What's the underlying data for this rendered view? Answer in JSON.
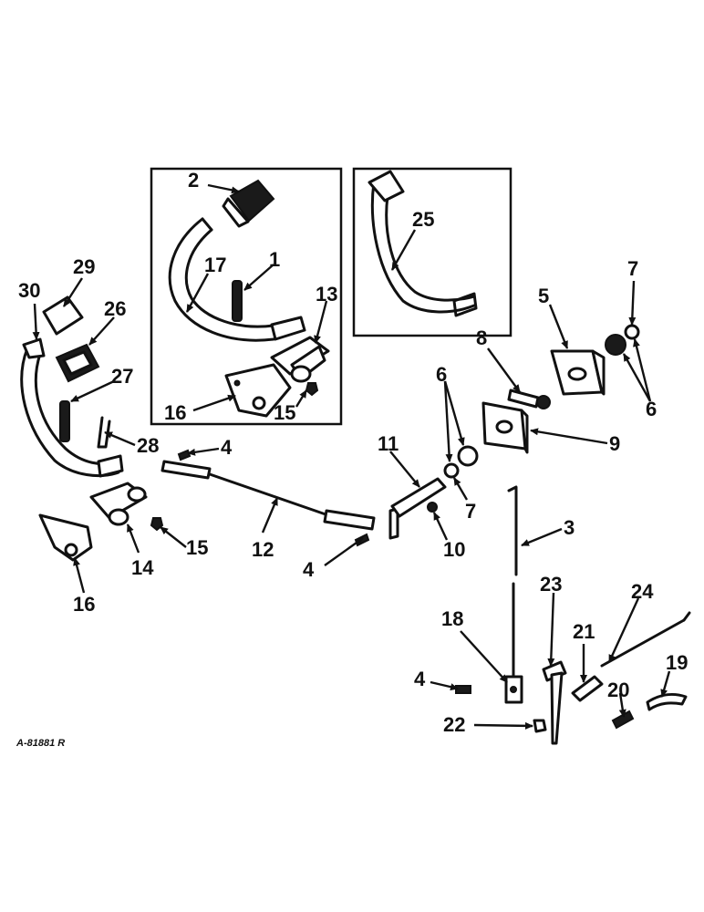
{
  "reference_code": "A-81881 R",
  "labels": {
    "l1": "1",
    "l2": "2",
    "l3": "3",
    "l4a": "4",
    "l4b": "4",
    "l4c": "4",
    "l5": "5",
    "l6a": "6",
    "l6b": "6",
    "l7a": "7",
    "l7b": "7",
    "l8": "8",
    "l9": "9",
    "l10": "10",
    "l11": "11",
    "l12": "12",
    "l13": "13",
    "l14": "14",
    "l15a": "15",
    "l15b": "15",
    "l16a": "16",
    "l16b": "16",
    "l17": "17",
    "l18": "18",
    "l19": "19",
    "l20": "20",
    "l21": "21",
    "l22": "22",
    "l23": "23",
    "l24": "24",
    "l25": "25",
    "l26": "26",
    "l27": "27",
    "l28": "28",
    "l29": "29",
    "l30": "30"
  }
}
